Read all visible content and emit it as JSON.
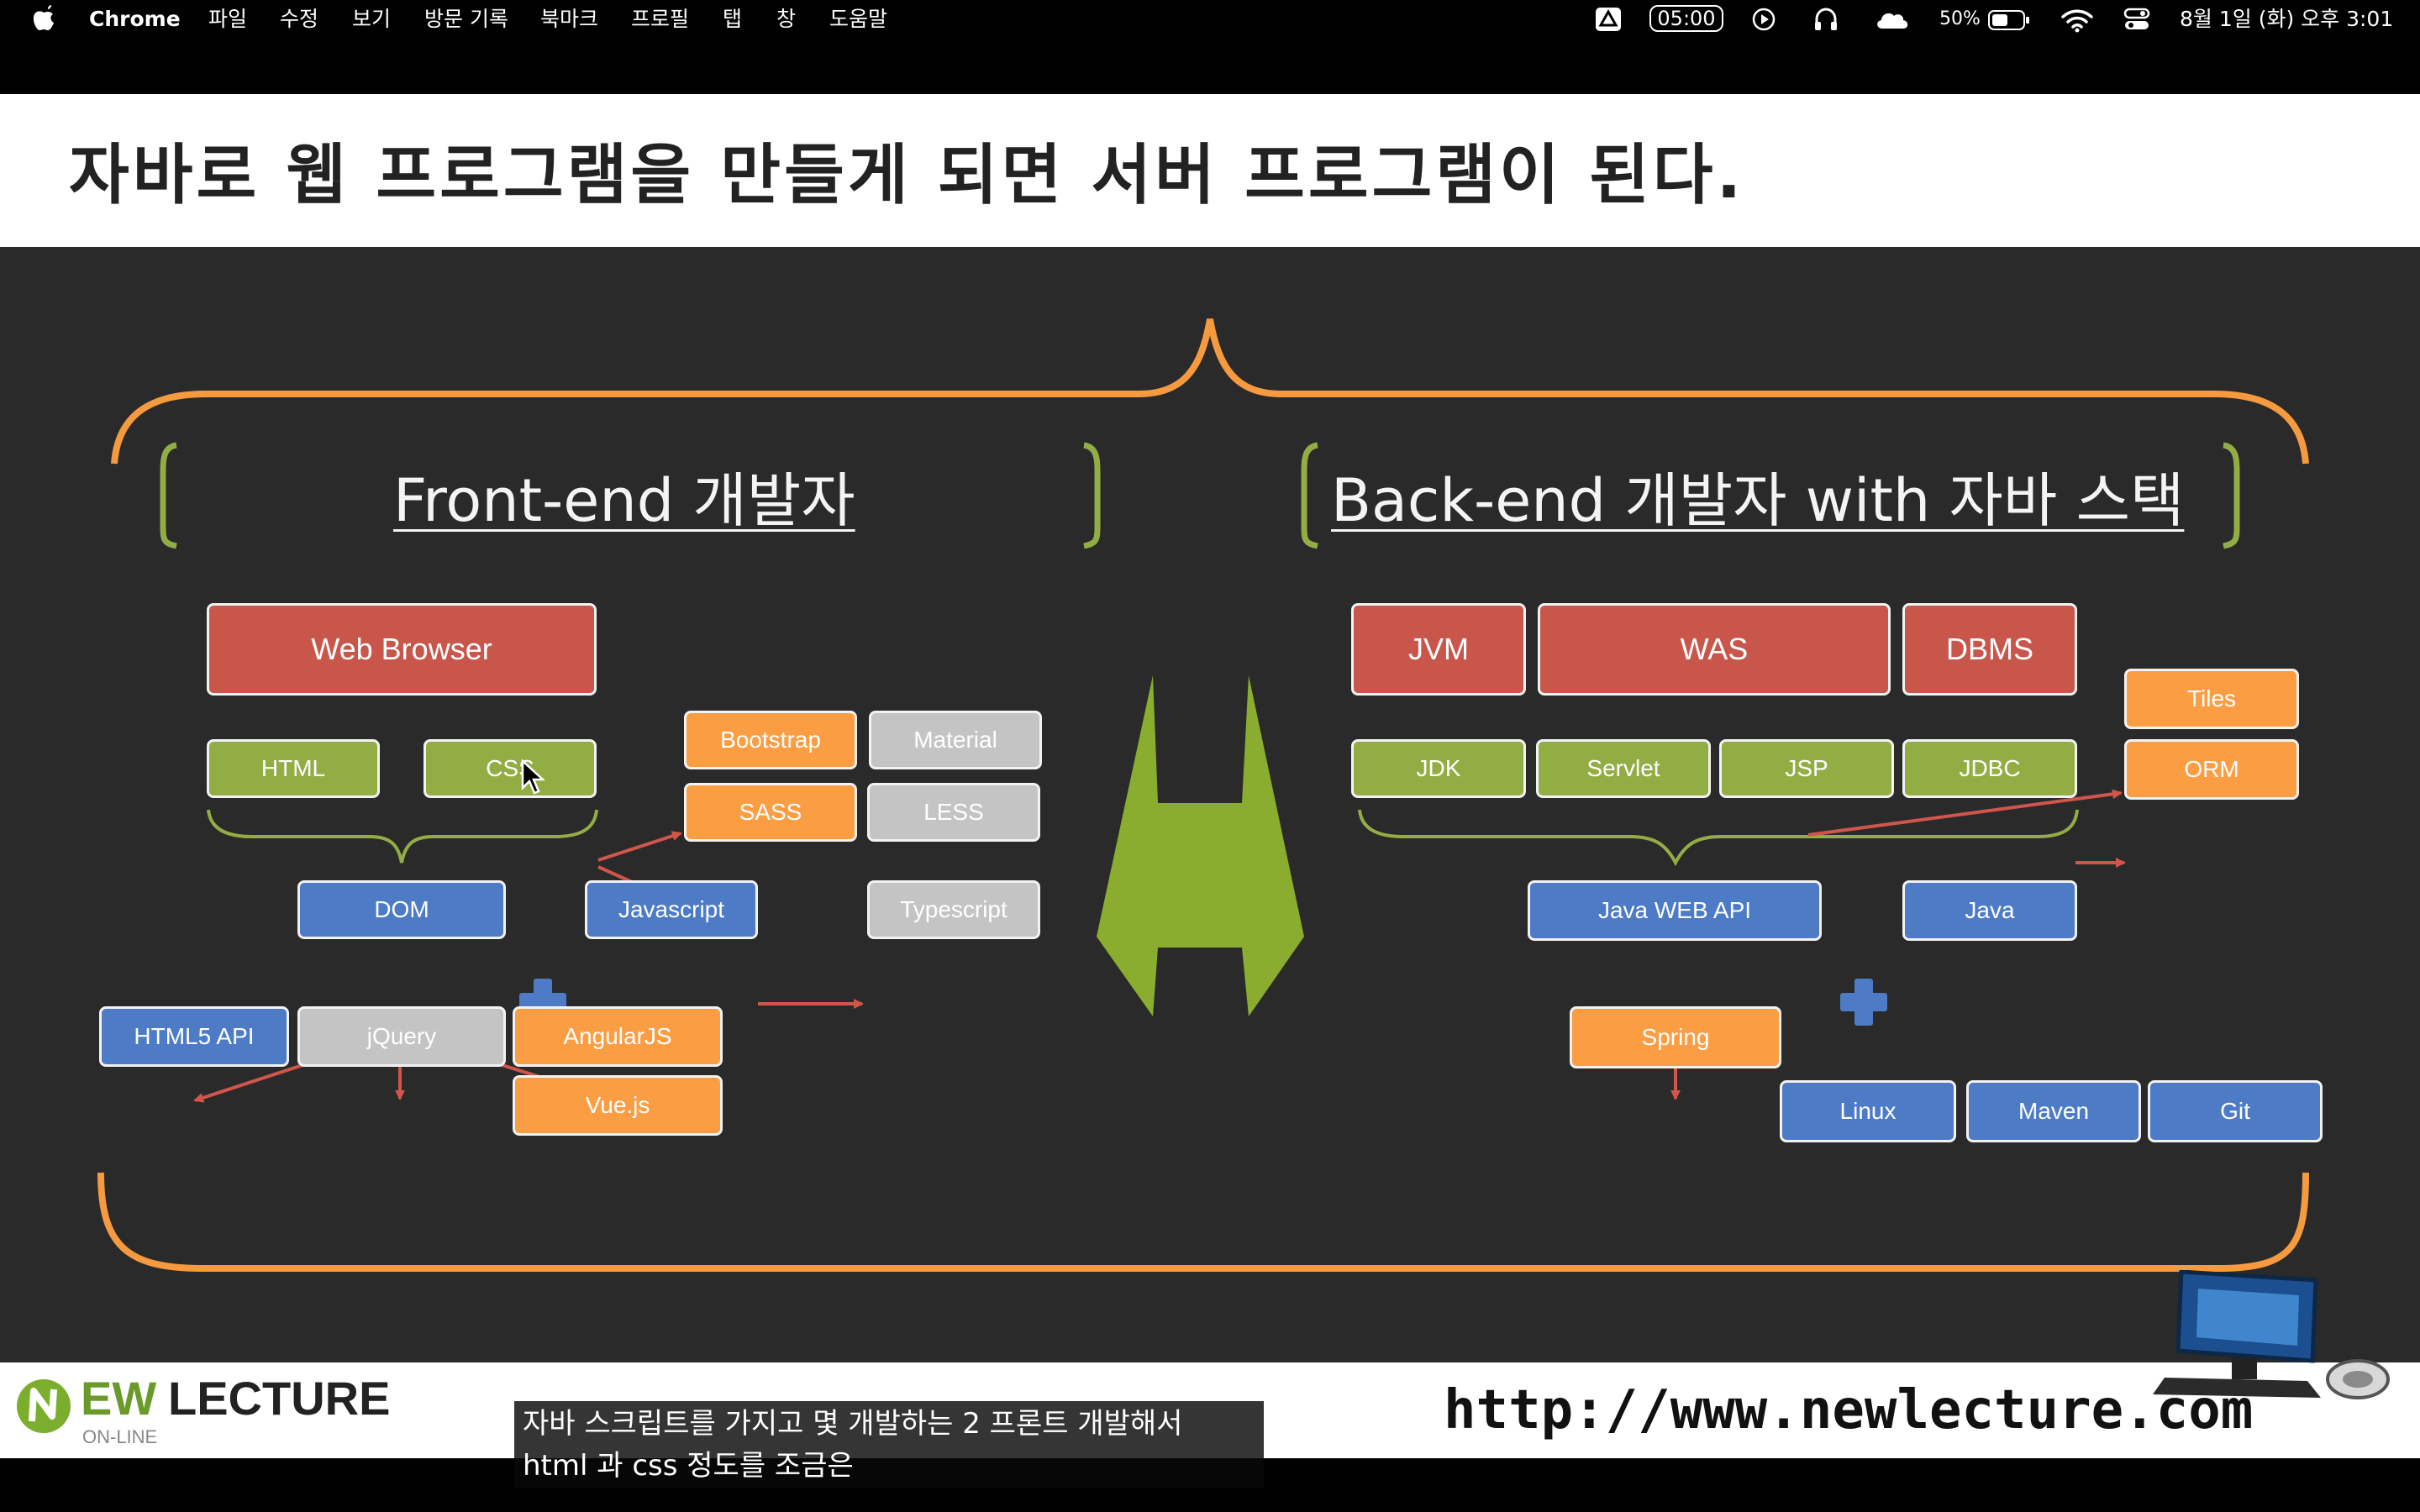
{
  "menubar": {
    "app_name": "Chrome",
    "menus": [
      "파일",
      "수정",
      "보기",
      "방문 기록",
      "북마크",
      "프로필",
      "탭",
      "창",
      "도움말"
    ],
    "timer": "05:00",
    "battery": "50%",
    "clock": "8월 1일 (화) 오후 3:01",
    "icons": [
      "apple-icon",
      "drive-icon",
      "play-icon",
      "headphones-icon",
      "cloud-icon",
      "battery-icon",
      "wifi-icon",
      "control-center-icon"
    ]
  },
  "slide": {
    "title": "자바로 웹 프로그램을 만들게 되면 서버 프로그램이 된다.",
    "frontend": {
      "heading": "Front-end 개발자",
      "web_browser": "Web Browser",
      "html": "HTML",
      "css": "CSS",
      "bootstrap": "Bootstrap",
      "material": "Material",
      "sass": "SASS",
      "less": "LESS",
      "dom": "DOM",
      "javascript": "Javascript",
      "typescript": "Typescript",
      "html5_api": "HTML5 API",
      "jquery": "jQuery",
      "angularjs": "AngularJS",
      "vuejs": "Vue.js"
    },
    "backend": {
      "heading": "Back-end 개발자 with 자바 스택",
      "jvm": "JVM",
      "was": "WAS",
      "dbms": "DBMS",
      "tiles": "Tiles",
      "jdk": "JDK",
      "servlet": "Servlet",
      "jsp": "JSP",
      "jdbc": "JDBC",
      "orm": "ORM",
      "java_web_api": "Java WEB API",
      "java": "Java",
      "spring": "Spring",
      "linux": "Linux",
      "maven": "Maven",
      "git": "Git"
    },
    "footer": {
      "logo_ew": "EW",
      "logo_lecture": "LECTURE",
      "logo_online": "ON-LINE",
      "url": "http://www.newlecture.com"
    }
  },
  "caption": {
    "line1": "자바 스크립트를 가지고 몇 개발하는 2 프론트 개발해서",
    "line2": "html 과 css 정도를 조금은"
  }
}
